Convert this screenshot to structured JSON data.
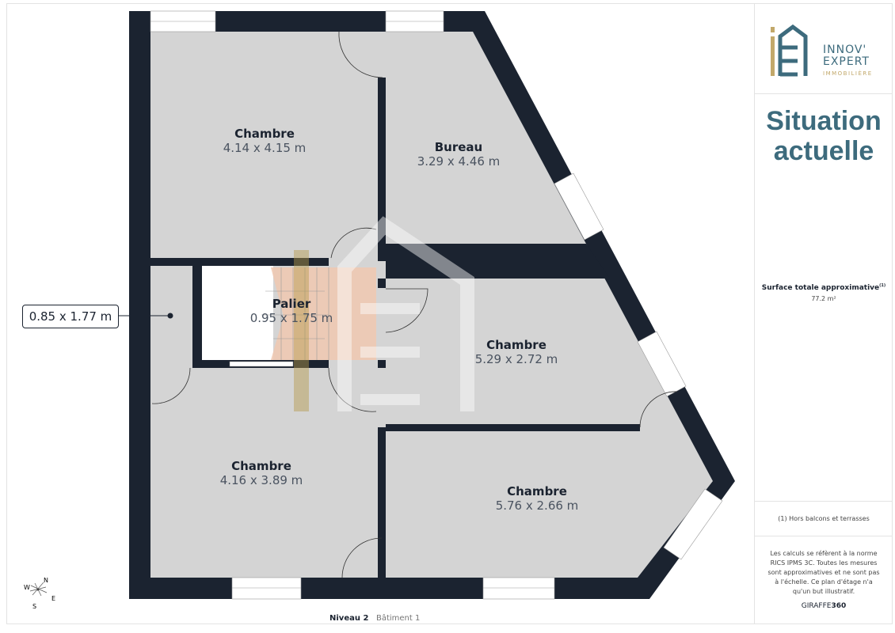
{
  "brand": {
    "line1": "INNOV'",
    "line2": "EXPERT",
    "line3": "IMMOBILIÈRE",
    "teal": "#3d6b7d",
    "gold": "#c2a86a"
  },
  "panel": {
    "title_line1": "Situation",
    "title_line2": "actuelle",
    "surface_label": "Surface totale approximative",
    "surface_note_mark": "(1)",
    "surface_value": "77.2 m²",
    "footnote": "(1) Hors balcons et terrasses",
    "disclaimer": "Les calculs se réfèrent à la norme RICS IPMS 3C. Toutes les mesures sont approximatives et ne sont pas à l'échelle. Ce plan d'étage n'a qu'un but illustratif.",
    "credit_a": "GIRAFFE",
    "credit_b": "360"
  },
  "rooms": [
    {
      "name": "Chambre",
      "dims": "4.14 x 4.15 m"
    },
    {
      "name": "Bureau",
      "dims": "3.29 x 4.46 m"
    },
    {
      "name": "Palier",
      "dims": "0.95 x 1.75 m"
    },
    {
      "name": "Chambre",
      "dims": "5.29 x 2.72 m"
    },
    {
      "name": "Chambre",
      "dims": "4.16 x 3.89 m"
    },
    {
      "name": "Chambre",
      "dims": "5.76 x 2.66 m"
    }
  ],
  "callout": "0.85 x 1.77 m",
  "compass": {
    "n": "N",
    "s": "S",
    "e": "E",
    "w": "W"
  },
  "footer": {
    "level": "Niveau 2",
    "building": "Bâtiment 1"
  },
  "colors": {
    "wall": "#1b2330",
    "floor": "#d4d4d4",
    "stairs": "#f0c8b0"
  }
}
